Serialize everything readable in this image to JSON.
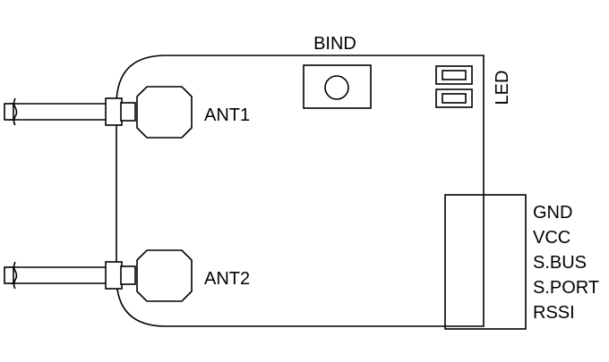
{
  "labels": {
    "bind": "BIND",
    "led": "LED",
    "ant1": "ANT1",
    "ant2": "ANT2"
  },
  "pins": [
    "GND",
    "VCC",
    "S.BUS",
    "S.PORT",
    "RSSI"
  ],
  "colors": {
    "line": "#000000",
    "background": "#ffffff"
  }
}
